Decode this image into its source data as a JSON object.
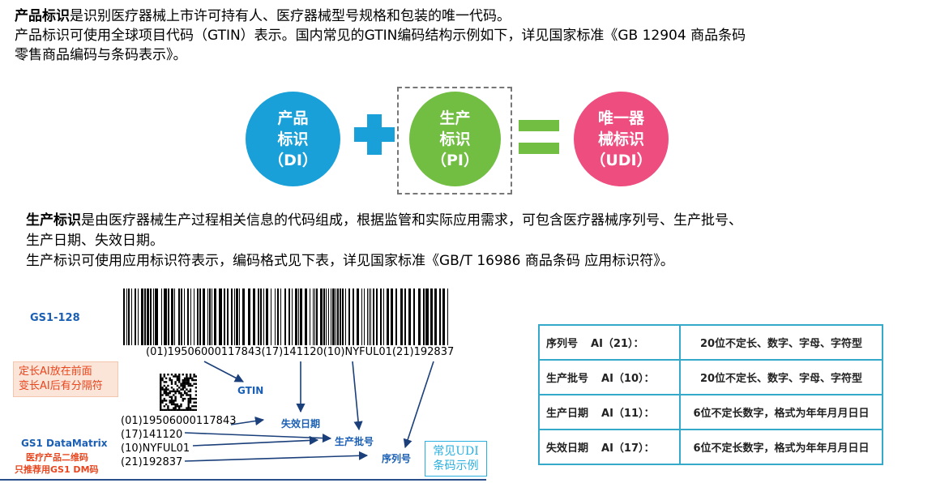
{
  "intro": {
    "term": "产品标识",
    "line1_rest": "是识别医疗器械上市许可持有人、医疗器械型号规格和包装的唯一代码。",
    "line2": "产品标识可使用全球项目代码（GTIN）表示。国内常见的GTIN编码结构示例如下，详见国家标准《GB 12904 商品条码",
    "line3": "零售商品编码与条码表示》。"
  },
  "formula": {
    "di": [
      "产品",
      "标识",
      "（DI）"
    ],
    "pi": [
      "生产",
      "标识",
      "（PI）"
    ],
    "udi": [
      "唯一器",
      "械标识",
      "（UDI）"
    ],
    "colors": {
      "di": "#1aa0d8",
      "plus": "#1aa0d8",
      "pi": "#71be43",
      "equals": "#71be43",
      "udi": "#ee4d80"
    }
  },
  "pi_section": {
    "term": "生产标识",
    "line1_rest": "是由医疗器械生产过程相关信息的代码组成，根据监管和实际应用需求，可包含医疗器械序列号、生产批号、",
    "line2": "生产日期、失效日期。",
    "line3": "生产标识可使用应用标识符表示，编码格式见下表，详见国家标准《GB/T 16986 商品条码 应用标识符》。"
  },
  "barcode": {
    "gs1_128_label": "GS1-128",
    "human_readable": "(01)19506000117843(17)141120(10)NYFUL01(21)192837",
    "note": [
      "定长AI放在前面",
      "变长AI后有分隔符"
    ],
    "dm_lines": [
      "(01)19506000117843",
      "(17)141120",
      "(10)NYFUL01",
      "(21)192837"
    ],
    "labels": {
      "gtin": "GTIN",
      "expiry": "失效日期",
      "batch": "生产批号",
      "serial": "序列号"
    },
    "dm_label": "GS1 DataMatrix",
    "dm_sub": [
      "医疗产品二维码",
      "只推荐用GS1 DM码"
    ],
    "udi_example": [
      "常见UDI",
      "条码示例"
    ]
  },
  "ai_table": {
    "rows": [
      {
        "name": "序列号",
        "ai": "AI（21）：",
        "format": "20位不定长、数字、字母、字符型"
      },
      {
        "name": "生产批号",
        "ai": "AI（10）：",
        "format": "20位不定长、数字、字母、字符型"
      },
      {
        "name": "生产日期",
        "ai": "AI（11）：",
        "format": "6位不定长数字，格式为年年月月日日"
      },
      {
        "name": "失效日期",
        "ai": "AI（17）：",
        "format": "6位不定长数字，格式为年年月月日日"
      }
    ]
  }
}
